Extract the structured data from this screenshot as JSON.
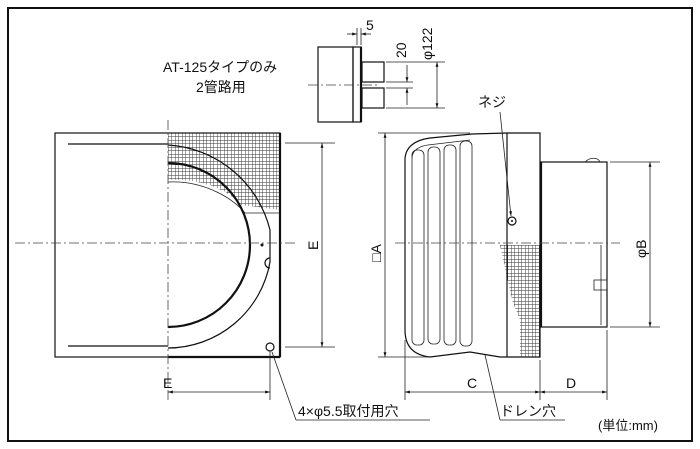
{
  "top_view": {
    "model_note_line1": "AT-125タイプのみ",
    "model_note_line2": "2管路用",
    "dim_flange": "5",
    "dim_tube_gap": "20",
    "dim_diameter": "φ122"
  },
  "front_view": {
    "dim_e_vertical": "E",
    "dim_e_horizontal": "E",
    "mounting_hole_label": "4×φ5.5取付用穴"
  },
  "side_view": {
    "screw_label": "ネジ",
    "dim_a": "□A",
    "dim_b": "φB",
    "dim_c": "C",
    "dim_d": "D",
    "drain_label": "ドレン穴"
  },
  "unit_note": "(単位:mm)",
  "colors": {
    "line": "#111111",
    "background": "#ffffff"
  }
}
